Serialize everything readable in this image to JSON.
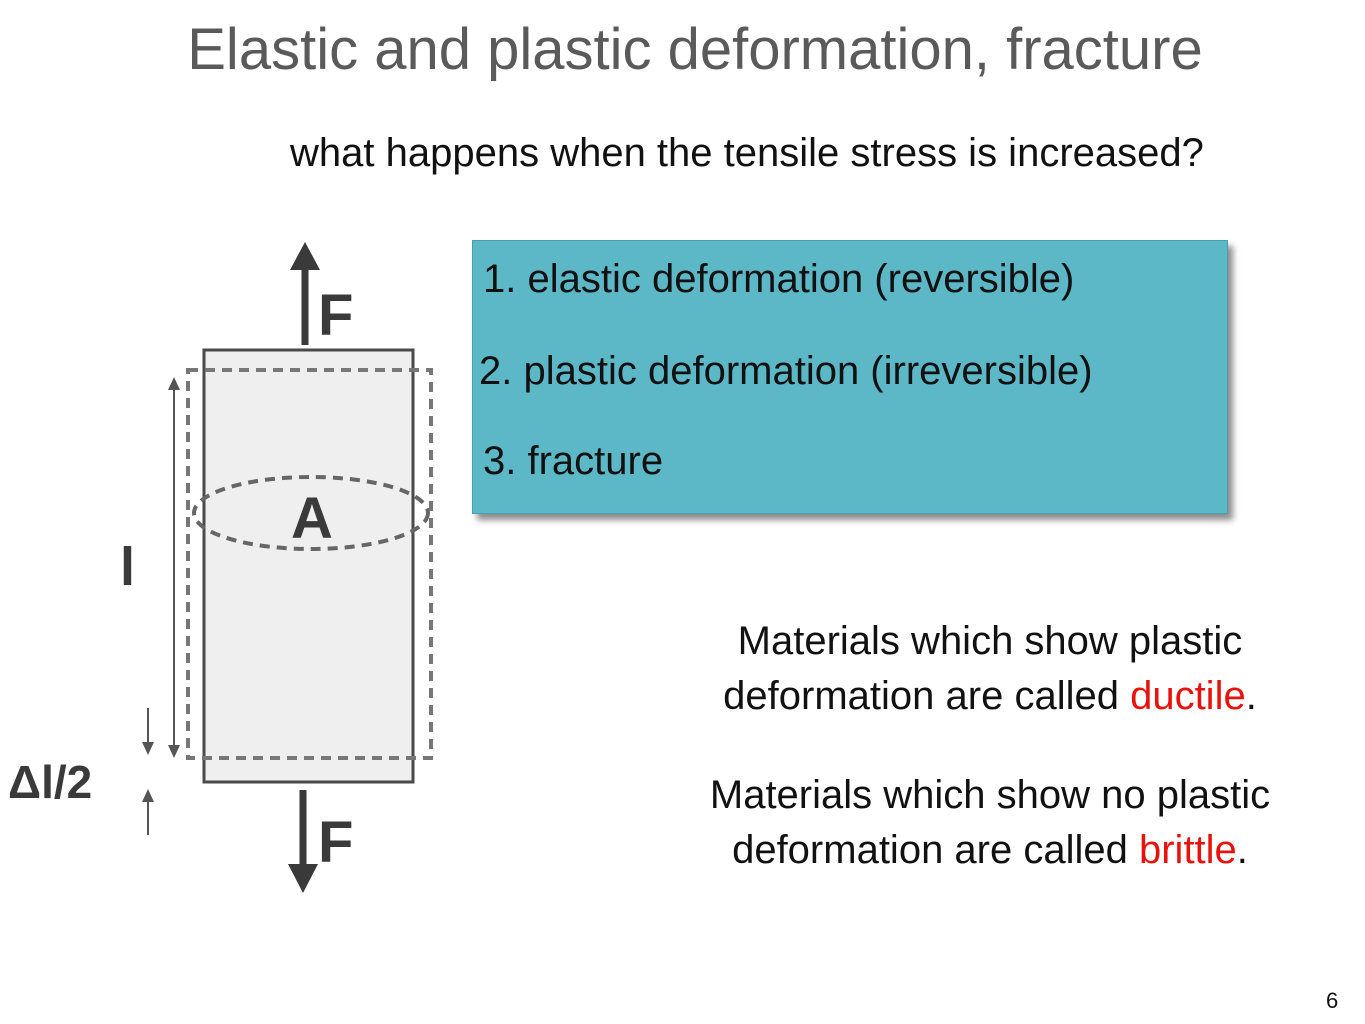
{
  "slide": {
    "title": "Elastic and plastic deformation, fracture",
    "subtitle": "what happens when the tensile stress is increased?",
    "steps": [
      "1. elastic deformation (reversible)",
      "2. plastic deformation (irreversible)",
      "3. fracture"
    ],
    "ductile_note": {
      "line1": "Materials which show plastic",
      "line2_prefix": "deformation are called ",
      "term": "ductile",
      "suffix": "."
    },
    "brittle_note": {
      "line1": "Materials which show no plastic",
      "line2_prefix": "deformation are called ",
      "term": "brittle",
      "suffix": "."
    },
    "page_number": "6"
  },
  "diagram": {
    "force_top_label": "F",
    "force_bottom_label": "F",
    "area_label": "A",
    "length_label": "l",
    "delta_label": "Δl/2"
  },
  "colors": {
    "box_fill": "#5cb7c6",
    "highlight_red": "#e8120c",
    "title_gray": "#5a5a5a"
  }
}
